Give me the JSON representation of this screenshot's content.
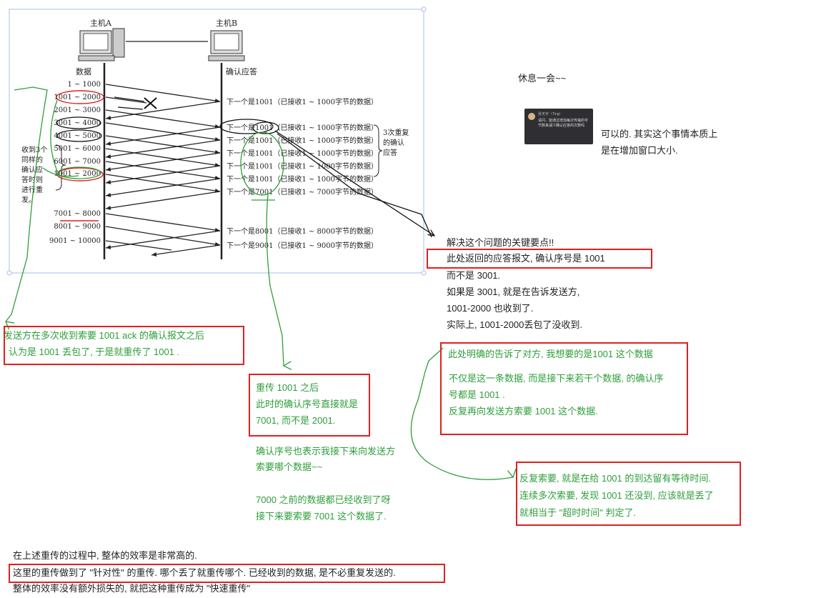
{
  "diagram": {
    "host_a": "主机A",
    "host_b": "主机B",
    "col_data": "数据",
    "col_ack": "确认应答",
    "segments": [
      "1 ~ 1000",
      "1001 ~ 2000",
      "2001 ~ 3000",
      "3001 ~ 4000",
      "4001 ~ 5000",
      "5001 ~ 6000",
      "6001 ~ 7000",
      "1001 ~ 2000",
      "7001 ~ 8000",
      "8001 ~ 9000",
      "9001 ~ 10000"
    ],
    "acks": [
      "下一个是1001（已接收1 ~ 1000字节的数据）",
      "下一个是1001（已接收1 ~ 1000字节的数据）",
      "下一个是1001（已接收1 ~ 1000字节的数据）",
      "下一个是1001（已接收1 ~ 1000字节的数据）",
      "下一个是1001（已接收1 ~ 1000字节的数据）",
      "下一个是1001（已接收1 ~ 1000字节的数据）",
      "下一个是7001（已接收1 ~ 7000字节的数据）",
      "下一个是8001（已接收1 ~ 8000字节的数据）",
      "下一个是9001（已接收1 ~ 9000字节的数据）"
    ],
    "triple_dup_label": [
      "3次重复",
      "的确认",
      "应答"
    ],
    "retransmit_note": [
      "收到3个",
      "同样的",
      "确认应",
      "答时则",
      "进行重",
      "发。"
    ]
  },
  "notes": {
    "rest": "休息一会~~",
    "chat_thumb": {
      "name": "张天宇（Ting）",
      "message": "请问，能通过增加每次传输的字节数来减少确认应答的次数吗"
    },
    "reply": [
      "可以的. 其实这个事情本质上",
      "是在增加窗口大小."
    ],
    "key_title": "解决这个问题的关键要点!!",
    "key_highlight": "此处返回的应答报文, 确认序号是 1001",
    "key_lines": [
      "而不是 3001.",
      "如果是 3001, 就是在告诉发送方,",
      "1001-2000 也收到了.",
      "实际上, 1001-2000丢包了没收到."
    ],
    "clear_box": [
      "此处明确的告诉了对方, 我想要的是1001 这个数据",
      "不仅是这一条数据, 而是接下来若干个数据, 的确认序",
      "号都是 1001 .",
      "反复再向发送方索要 1001 这个数据."
    ],
    "timeout_box": [
      "反复索要, 就是在给 1001 的到达留有等待时间.",
      "连续多次索要, 发现 1001 还没到, 应该就是丢了",
      "就相当于 \"超时时间\" 判定了."
    ],
    "sender_box": [
      "发送方在多次收到索要 1001 ack 的确认报文之后",
      "认为是 1001 丢包了, 于是就重传了 1001 ."
    ],
    "retrans_box": [
      "重传 1001 之后",
      "此时的确认序号直接就是",
      "7001, 而不是 2001."
    ],
    "ack_meaning": [
      "确认序号也表示我接下来向发送方",
      "索要哪个数据~~",
      "",
      "7000 之前的数据都已经收到了呀",
      "接下来要索要 7001 这个数据了."
    ],
    "summary": [
      "在上述重传的过程中, 整体的效率是非常高的.",
      "这里的重传做到了 \"针对性\" 的重传. 哪个丢了就重传哪个. 已经收到的数据, 是不必重复发送的.",
      "整体的效率没有额外损失的, 就把这种重传成为 \"快速重传\""
    ]
  },
  "colors": {
    "red": "#e02020",
    "green": "#2e9e3a",
    "ink": "#222222",
    "selection": "#a9bde8"
  }
}
